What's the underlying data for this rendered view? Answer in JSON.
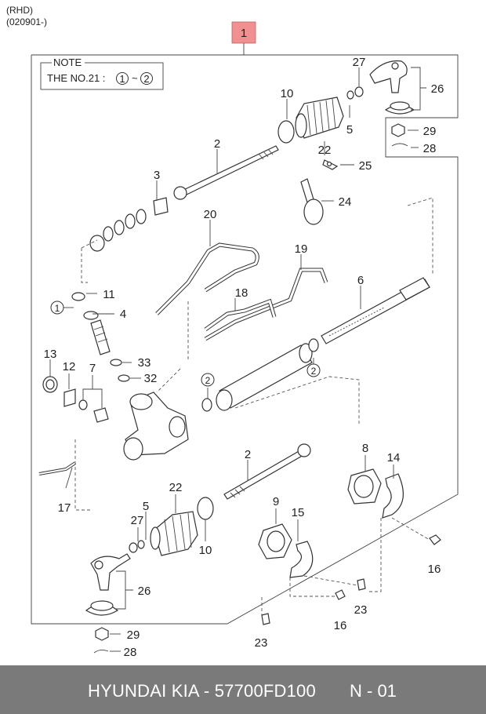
{
  "header": {
    "line1": "(RHD)",
    "line2": "(020901-)"
  },
  "assembly_label": "1",
  "note": {
    "title": "NOTE",
    "prefix": "THE NO.21 :",
    "circle_a": "1",
    "sep": "~",
    "circle_b": "2"
  },
  "callouts": {
    "c27a": "27",
    "c26a": "26",
    "c10a": "10",
    "c5a": "5",
    "c29a": "29",
    "c28a": "28",
    "c2a": "2",
    "c22a": "22",
    "c25": "25",
    "c3": "3",
    "c24": "24",
    "c20": "20",
    "c19": "19",
    "c6": "6",
    "c11": "11",
    "c1": "1",
    "c4": "4",
    "c18": "18",
    "c13": "13",
    "c12": "12",
    "c7": "7",
    "c33": "33",
    "c32": "32",
    "c2b": "2",
    "c2c": "2",
    "c17": "17",
    "c2d": "2",
    "c8": "8",
    "c14": "14",
    "c22b": "22",
    "c5b": "5",
    "c9": "9",
    "c15": "15",
    "c27b": "27",
    "c10b": "10",
    "c16a": "16",
    "c26b": "26",
    "c23a": "23",
    "c16b": "16",
    "c23b": "23",
    "c29b": "29",
    "c28b": "28"
  },
  "footer": {
    "code": "HYUNDAI  KIA - 57700FD100",
    "page": "N - 01"
  },
  "colors": {
    "assembly_box": "#f09090",
    "footer_bg": "#7a7a7a",
    "footer_text": "#ffffff"
  }
}
